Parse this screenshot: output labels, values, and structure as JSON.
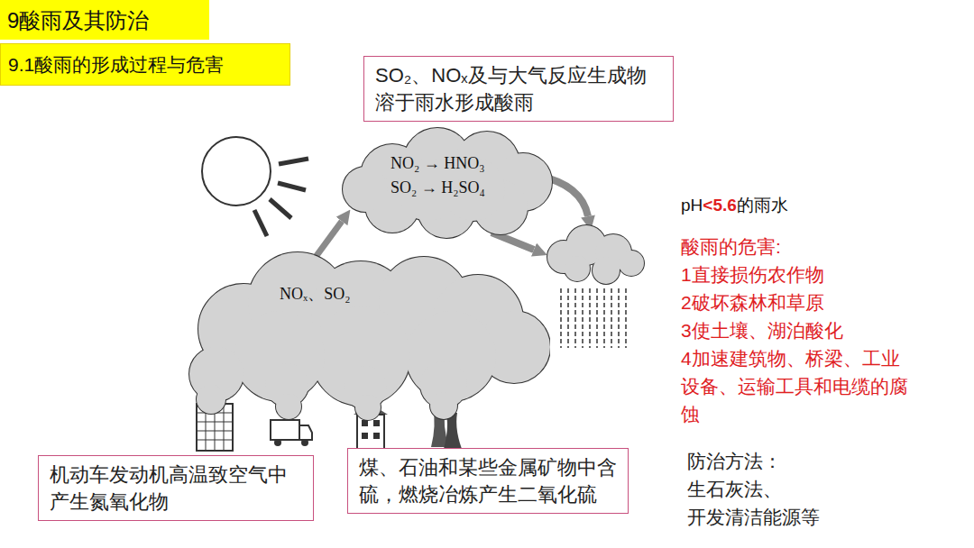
{
  "diagram": {
    "title": "9酸雨及其防治",
    "nodes": [
      {
        "text": [
          "SO₂、NOₓ及与大气反应生成物溶于雨水形成酸雨"
        ]
      },
      {
        "text": [
          "NO₂ → HNO₃",
          "SO₂ → H₂SO₄"
        ]
      },
      {
        "text": [
          "NOₓ、SO₂"
        ]
      },
      {
        "text": [
          "机动车发动机高温致空气中产生氮氧化物"
        ]
      },
      {
        "text": [
          "煤、石油和某些金属矿物中含硫，燃烧冶炼产生二氧化硫"
        ]
      }
    ],
    "edges": [
      {
        "from": 2,
        "to": 1,
        "arrow": "to"
      }
    ],
    "labels": [
      "9.1酸雨的形成过程与危害",
      "pH<5.6的雨水",
      "酸雨的危害:",
      "1直接损伤农作物",
      "2破坏森林和草原",
      "3使土壤、湖泊酸化",
      "4加速建筑物、桥梁、工业设备、运输工具和电缆的腐蚀",
      "防治方法：",
      "生石灰法、",
      "开发清洁能源等"
    ]
  }
}
